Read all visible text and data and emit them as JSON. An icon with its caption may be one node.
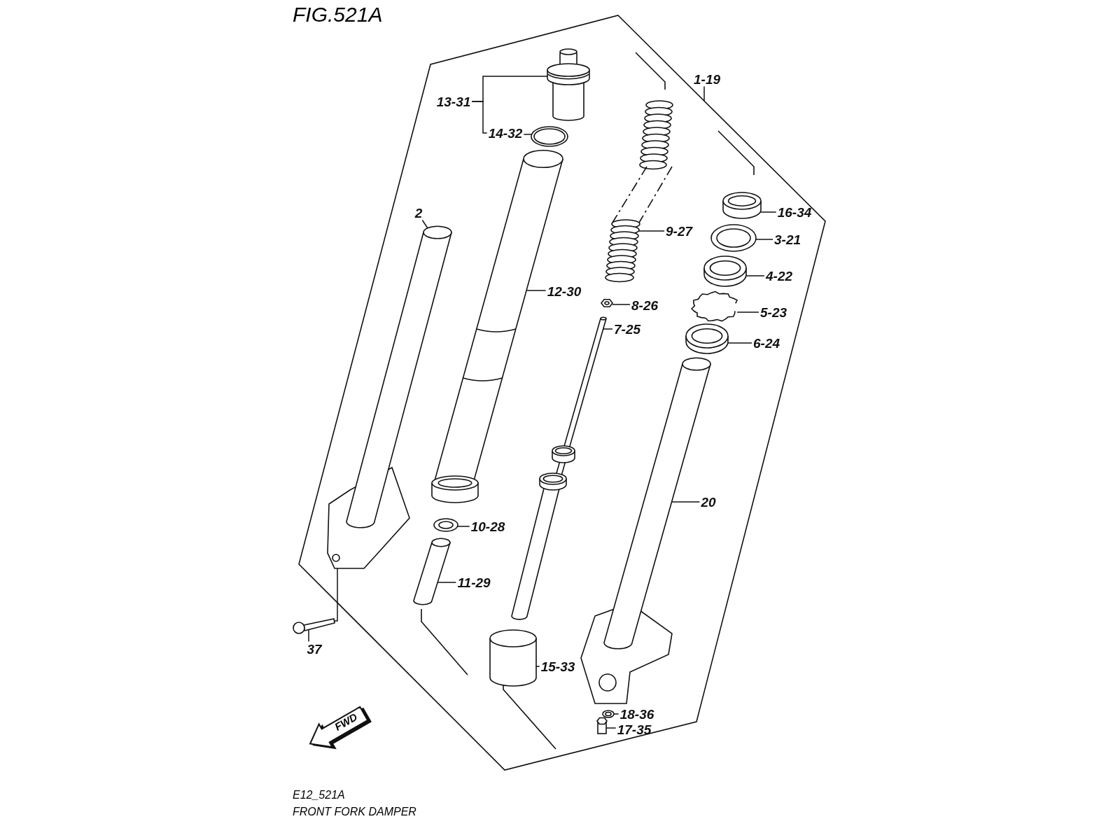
{
  "diagram": {
    "title": "FIG.521A",
    "caption": "FRONT FORK DAMPER",
    "nodes": [
      {
        "text": [],
        "shape": "box"
      },
      {
        "text": [
          "1-19"
        ],
        "in": 0
      },
      {
        "text": [
          "13-31"
        ],
        "in": 0
      },
      {
        "text": [],
        "shape": "picture",
        "in": 0
      },
      {
        "text": [
          "14-32"
        ],
        "in": 0
      },
      {
        "text": [],
        "shape": "picture",
        "in": 0
      },
      {
        "text": [],
        "shape": "picture",
        "in": 0
      },
      {
        "text": [
          "16-34"
        ],
        "in": 0
      },
      {
        "text": [],
        "shape": "picture",
        "in": 0
      },
      {
        "text": [
          "9-27"
        ],
        "in": 0
      },
      {
        "text": [
          "3-21"
        ],
        "in": 0
      },
      {
        "text": [],
        "shape": "picture",
        "in": 0
      },
      {
        "text": [
          "4-22"
        ],
        "in": 0
      },
      {
        "text": [],
        "shape": "picture",
        "in": 0
      },
      {
        "text": [
          "12-30"
        ],
        "in": 0
      },
      {
        "text": [],
        "shape": "picture",
        "in": 0
      },
      {
        "text": [
          "8-26"
        ],
        "in": 0
      },
      {
        "text": [],
        "shape": "picture",
        "in": 0
      },
      {
        "text": [
          "5-23"
        ],
        "in": 0
      },
      {
        "text": [],
        "shape": "picture",
        "in": 0
      },
      {
        "text": [
          "2"
        ],
        "in": 0
      },
      {
        "text": [],
        "shape": "picture",
        "in": 0
      },
      {
        "text": [
          "6-24"
        ],
        "in": 0
      },
      {
        "text": [],
        "shape": "picture",
        "in": 0
      },
      {
        "text": [
          "7-25"
        ],
        "in": 0
      },
      {
        "text": [],
        "shape": "picture",
        "in": 0
      },
      {
        "text": [
          "20"
        ],
        "in": 0
      },
      {
        "text": [],
        "shape": "picture",
        "in": 0
      },
      {
        "text": [
          "10-28"
        ],
        "in": 0
      },
      {
        "text": [],
        "shape": "picture",
        "in": 0
      },
      {
        "text": [
          "11-29"
        ],
        "in": 0
      },
      {
        "text": [],
        "shape": "picture",
        "in": 0
      },
      {
        "text": [],
        "shape": "picture"
      },
      {
        "text": [
          "37"
        ]
      },
      {
        "text": [
          "15-33"
        ],
        "in": 0
      },
      {
        "text": [],
        "shape": "picture",
        "in": 0
      },
      {
        "text": [
          "18-36"
        ],
        "in": 0
      },
      {
        "text": [],
        "shape": "picture",
        "in": 0
      },
      {
        "text": [
          "17-35"
        ],
        "in": 0
      },
      {
        "text": [],
        "shape": "picture",
        "in": 0
      }
    ],
    "edges": [
      {
        "from": 1,
        "to": 0,
        "arrow": "none"
      },
      {
        "from": 2,
        "to": 3,
        "arrow": "none"
      },
      {
        "from": 2,
        "to": 4,
        "arrow": "none"
      },
      {
        "from": 4,
        "to": 5,
        "arrow": "none"
      },
      {
        "from": 9,
        "to": 6,
        "arrow": "none"
      },
      {
        "from": 7,
        "to": 8,
        "arrow": "none"
      },
      {
        "from": 10,
        "to": 11,
        "arrow": "none"
      },
      {
        "from": 12,
        "to": 13,
        "arrow": "none"
      },
      {
        "from": 14,
        "to": 15,
        "arrow": "none"
      },
      {
        "from": 16,
        "to": 17,
        "arrow": "none"
      },
      {
        "from": 18,
        "to": 19,
        "arrow": "none"
      },
      {
        "from": 20,
        "to": 21,
        "arrow": "none"
      },
      {
        "from": 22,
        "to": 23,
        "arrow": "none"
      },
      {
        "from": 24,
        "to": 25,
        "arrow": "none"
      },
      {
        "from": 26,
        "to": 27,
        "arrow": "none"
      },
      {
        "from": 28,
        "to": 29,
        "arrow": "none"
      },
      {
        "from": 30,
        "to": 31,
        "arrow": "none"
      },
      {
        "from": 33,
        "to": 32,
        "arrow": "none"
      },
      {
        "from": 34,
        "to": 35,
        "arrow": "none"
      },
      {
        "from": 36,
        "to": 37,
        "arrow": "none"
      },
      {
        "from": 38,
        "to": 39,
        "arrow": "none"
      },
      {
        "from": 32,
        "to": 21,
        "arrow": "none"
      }
    ],
    "labels": [
      "E12_521A",
      "FWD"
    ]
  }
}
